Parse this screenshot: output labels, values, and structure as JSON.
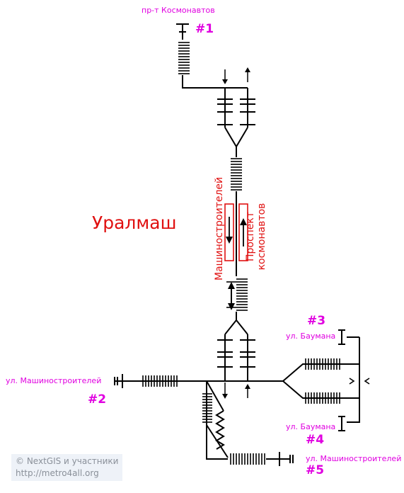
{
  "station": {
    "name": "Уралмаш"
  },
  "platforms": {
    "left": "Машиностроителей",
    "right_line1": "Проспект",
    "right_line2": "космонавтов"
  },
  "exits": [
    {
      "number": "#1",
      "street": "пр-т Космонавтов"
    },
    {
      "number": "#2",
      "street": "ул. Машиностроителей"
    },
    {
      "number": "#3",
      "street": "ул. Баумана"
    },
    {
      "number": "#4",
      "street": "ул. Баумана"
    },
    {
      "number": "#5",
      "street": "ул. Машиностроителей"
    }
  ],
  "credits": {
    "line1": "© NextGIS и участники",
    "line2": "http://metro4all.org"
  },
  "colors": {
    "exit_label": "#e000e0",
    "station": "#e01010",
    "lines": "#000000"
  }
}
